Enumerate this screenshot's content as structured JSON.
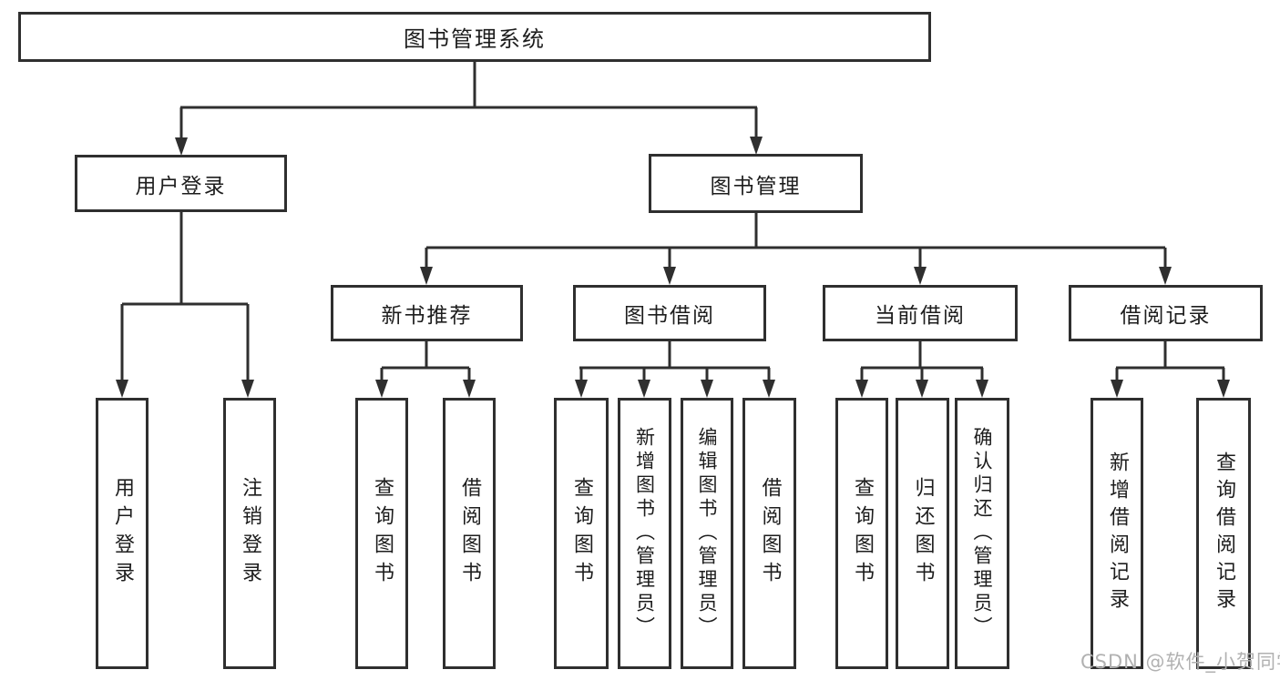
{
  "title": "图书管理系统",
  "level2": [
    {
      "label": "用户登录"
    },
    {
      "label": "图书管理"
    }
  ],
  "level3": [
    {
      "label": "新书推荐"
    },
    {
      "label": "图书借阅"
    },
    {
      "label": "当前借阅"
    },
    {
      "label": "借阅记录"
    }
  ],
  "leaves": [
    {
      "label": "用户登录"
    },
    {
      "label": "注销登录"
    },
    {
      "label": "查询图书"
    },
    {
      "label": "借阅图书"
    },
    {
      "label": "查询图书"
    },
    {
      "label": "新增图书（管理员）"
    },
    {
      "label": "编辑图书（管理员）"
    },
    {
      "label": "借阅图书"
    },
    {
      "label": "查询图书"
    },
    {
      "label": "归还图书"
    },
    {
      "label": "确认归还（管理员）"
    },
    {
      "label": "新增借阅记录"
    },
    {
      "label": "查询借阅记录"
    }
  ],
  "watermark": "CSDN @软件_小贺同学",
  "colors": {
    "line": "#2f2f2f",
    "text": "#1d1d1d",
    "watermark": "#b1b1b1"
  }
}
